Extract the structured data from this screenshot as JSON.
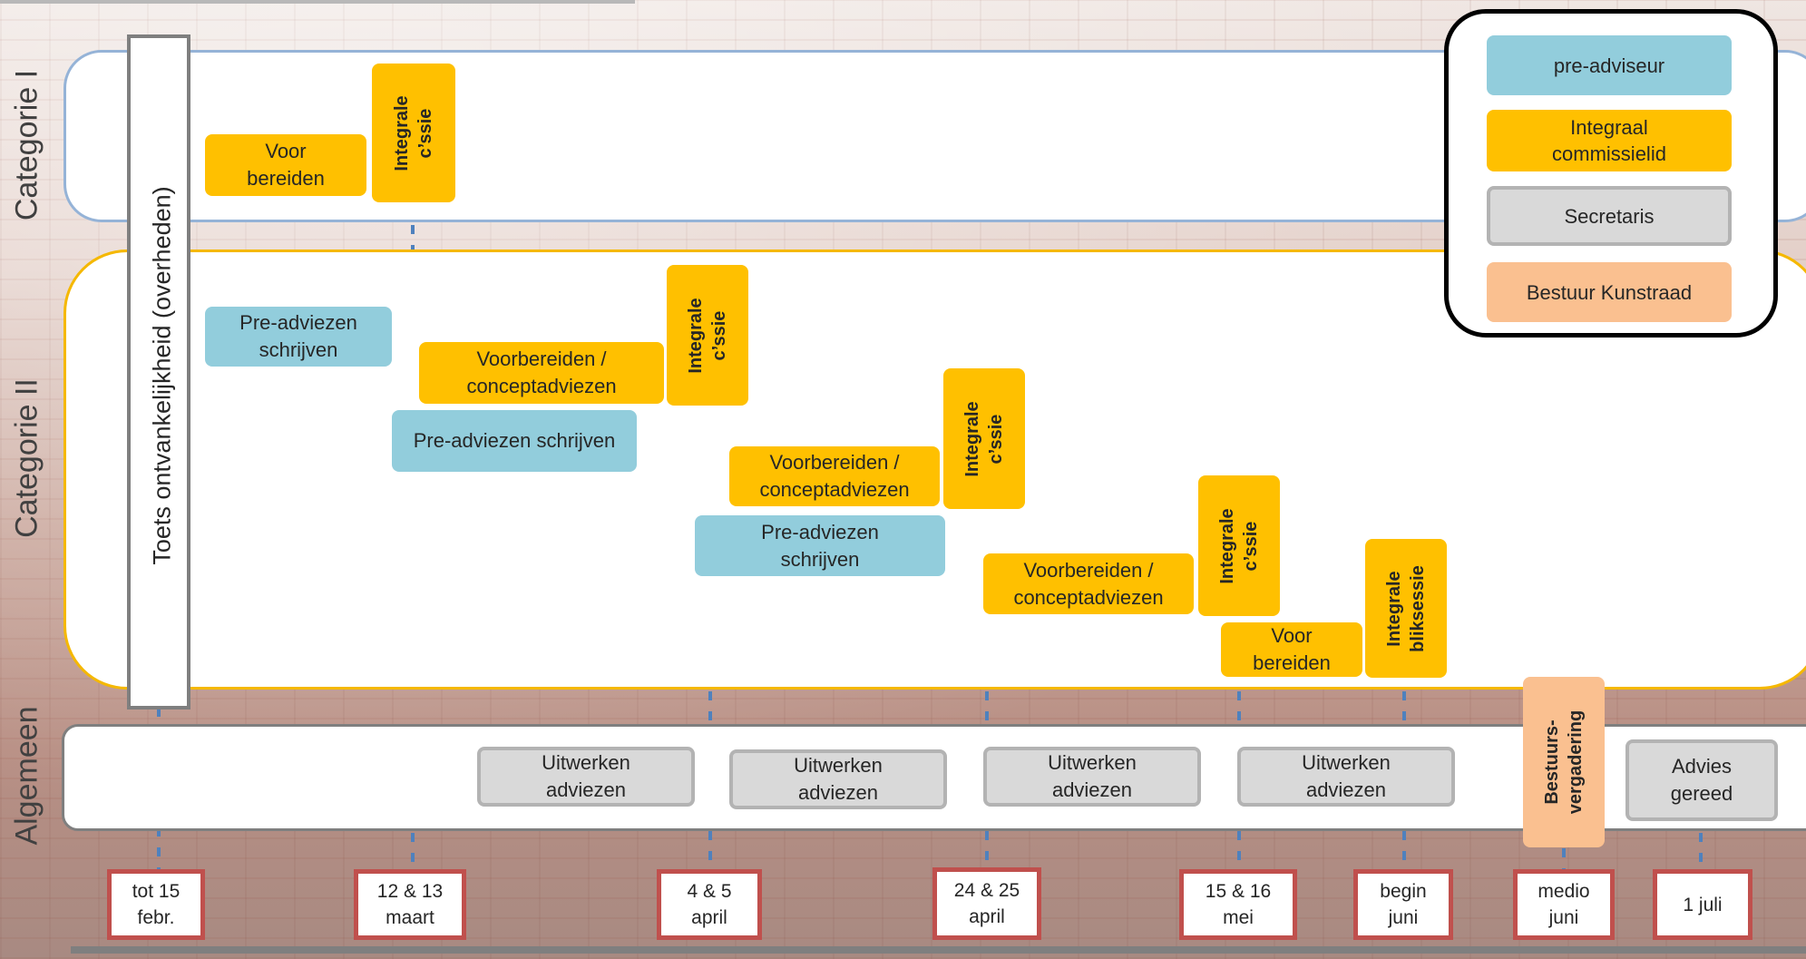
{
  "rows": {
    "categorie1": "Categorie I",
    "categorie2": "Categorie II",
    "algemeen": "Algemeen"
  },
  "toets": "Toets ontvankelijkheid (overheden)",
  "legend": {
    "items": [
      {
        "label": "pre-adviseur",
        "color": "#92cddc"
      },
      {
        "label": "Integraal\ncommissielid",
        "color": "#ffc000"
      },
      {
        "label": "Secretaris",
        "color": "#d9d9d9"
      },
      {
        "label": "Bestuur Kunstraad",
        "color": "#fac090"
      }
    ]
  },
  "categorie1": {
    "voorbereiden": "Voor\nbereiden",
    "integrale": "Integrale\nc’ssie"
  },
  "categorie2": {
    "round1": {
      "pre_adviezen": "Pre-adviezen\nschrijven",
      "voorbereiden": "Voorbereiden /\nconceptadviezen",
      "integrale": "Integrale\nc’ssie"
    },
    "round2": {
      "pre_adviezen": "Pre-adviezen schrijven",
      "voorbereiden": "Voorbereiden /\nconceptadviezen",
      "integrale": "Integrale\nc’ssie"
    },
    "round3": {
      "pre_adviezen": "Pre-adviezen\nschrijven",
      "voorbereiden": "Voorbereiden /\nconceptadviezen",
      "integrale": "Integrale\nc’ssie"
    },
    "round4": {
      "voorbereiden": "Voor\nbereiden",
      "integrale": "Integrale\nbliksessie"
    }
  },
  "algemeen": {
    "uitwerken": [
      "Uitwerken\nadviezen",
      "Uitwerken\nadviezen",
      "Uitwerken\nadviezen",
      "Uitwerken\nadviezen"
    ],
    "bestuursvergadering": "Bestuurs-\nvergadering",
    "advies_gereed": "Advies\ngereed"
  },
  "dates": [
    "tot 15\nfebr.",
    "12 & 13\nmaart",
    "4 & 5\napril",
    "24 & 25\napril",
    "15 & 16\nmei",
    "begin\njuni",
    "medio\njuni",
    "1 juli"
  ],
  "colors": {
    "pre_adviseur": "#92cddc",
    "commissielid": "#ffc000",
    "secretaris": "#d9d9d9",
    "bestuur": "#fac090",
    "date_border": "#c0504d",
    "arrow": "#4f81bd"
  }
}
